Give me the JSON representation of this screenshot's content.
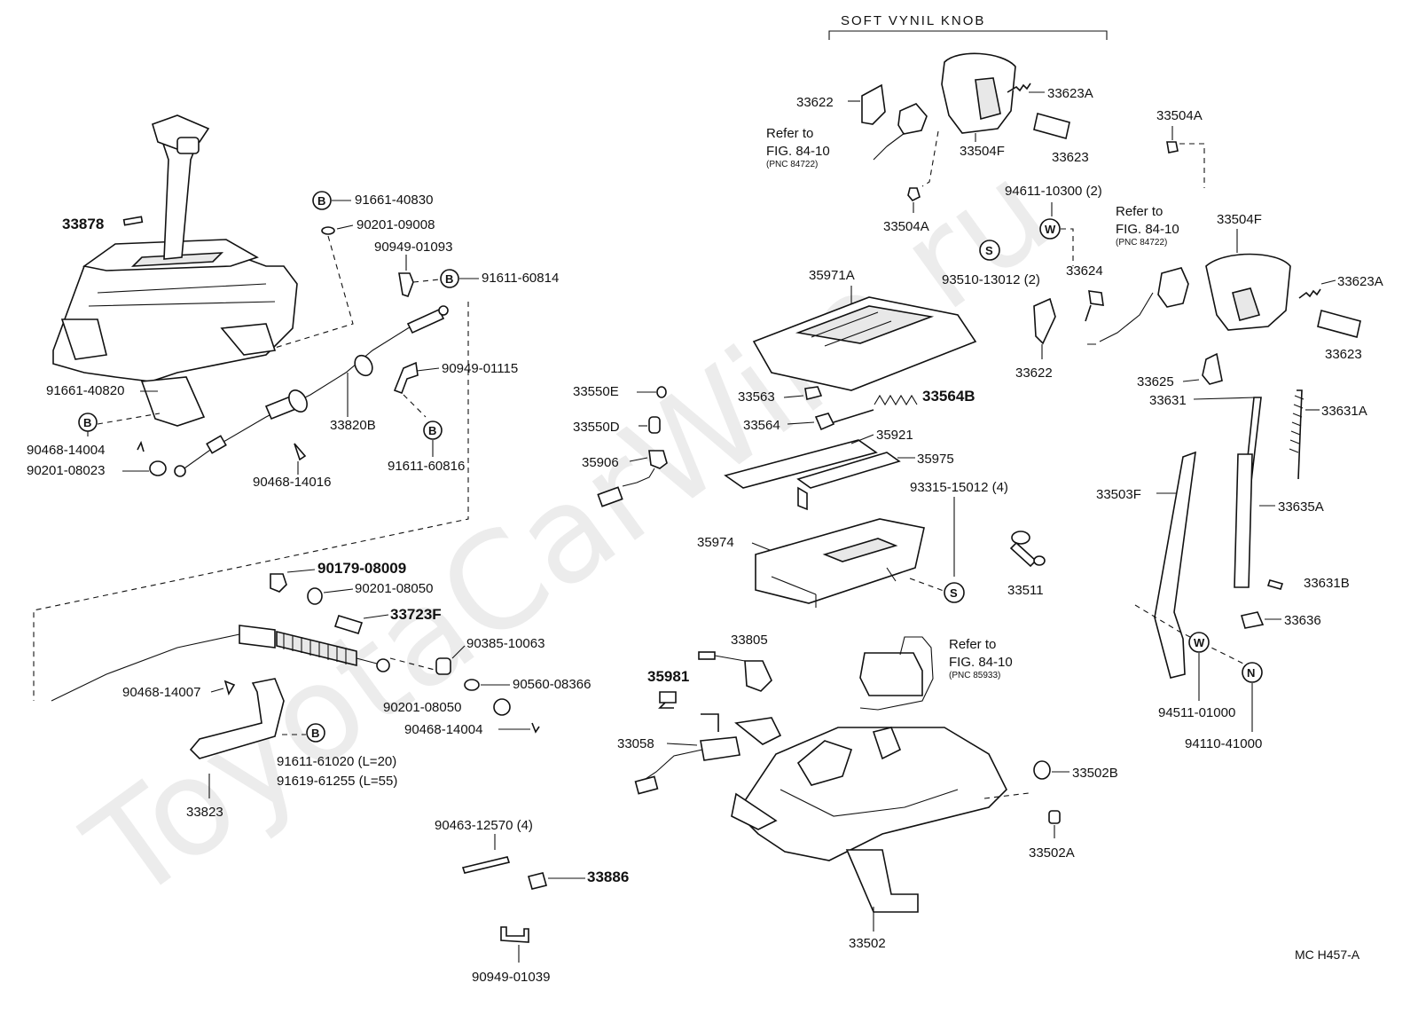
{
  "diagram": {
    "header": "SOFT VYNIL KNOB",
    "watermark": "ToyotaCarWire.ru",
    "figure_code": "MC  H457-A"
  },
  "labels": {
    "p33878": "33878",
    "p91661_40830": "91661-40830",
    "p90201_09008": "90201-09008",
    "p90949_01093": "90949-01093",
    "p91611_60814": "91611-60814",
    "p90949_01115": "90949-01115",
    "p33820B": "33820B",
    "p91611_60816": "91611-60816",
    "p90468_14016": "90468-14016",
    "p91661_40820": "91661-40820",
    "p90468_14004a": "90468-14004",
    "p90201_08023": "90201-08023",
    "p90179_08009": "90179-08009",
    "p90201_08050a": "90201-08050",
    "p33723F": "33723F",
    "p90385_10063": "90385-10063",
    "p90560_08366": "90560-08366",
    "p90201_08050b": "90201-08050",
    "p90468_14004b": "90468-14004",
    "p90468_14007": "90468-14007",
    "p91611_61020": "91611-61020 (L=20)",
    "p91619_61255": "91619-61255 (L=55)",
    "p33823": "33823",
    "p90463_12570": "90463-12570 (4)",
    "p33886": "33886",
    "p90949_01039": "90949-01039",
    "p33622a": "33622",
    "p33623A_a": "33623A",
    "p33504F_a": "33504F",
    "p33623_a": "33623",
    "p33504A_a": "33504A",
    "p33504A_b": "33504A",
    "p94611_10300": "94611-10300 (2)",
    "p33504F_b": "33504F",
    "p93510_13012": "93510-13012 (2)",
    "p33624": "33624",
    "p33623A_b": "33623A",
    "p33623_b": "33623",
    "p35971A": "35971A",
    "p33622b": "33622",
    "p33625": "33625",
    "p33631": "33631",
    "p33631A": "33631A",
    "p33550E": "33550E",
    "p33563": "33563",
    "p33564B": "33564B",
    "p33550D": "33550D",
    "p33564": "33564",
    "p35921": "35921",
    "p35906": "35906",
    "p35975": "35975",
    "p93315_15012": "93315-15012 (4)",
    "p33503F": "33503F",
    "p33635A": "33635A",
    "p35974": "35974",
    "p33511": "33511",
    "p33631B": "33631B",
    "p33636": "33636",
    "p33805": "33805",
    "p35981": "35981",
    "p33058": "33058",
    "p94511_01000": "94511-01000",
    "p94110_41000": "94110-41000",
    "p33502B": "33502B",
    "p33502A": "33502A",
    "p33502": "33502"
  },
  "refs": {
    "ref1_line1": "Refer to",
    "ref1_line2": "FIG. 84-10",
    "ref1_pnc": "(PNC 84722)",
    "ref2_line1": "Refer to",
    "ref2_line2": "FIG. 84-10",
    "ref2_pnc": "(PNC 84722)",
    "ref3_line1": "Refer to",
    "ref3_line2": "FIG. 84-10",
    "ref3_pnc": "(PNC 85933)"
  },
  "symbols": {
    "B": "B",
    "S": "S",
    "W": "W",
    "N": "N"
  }
}
